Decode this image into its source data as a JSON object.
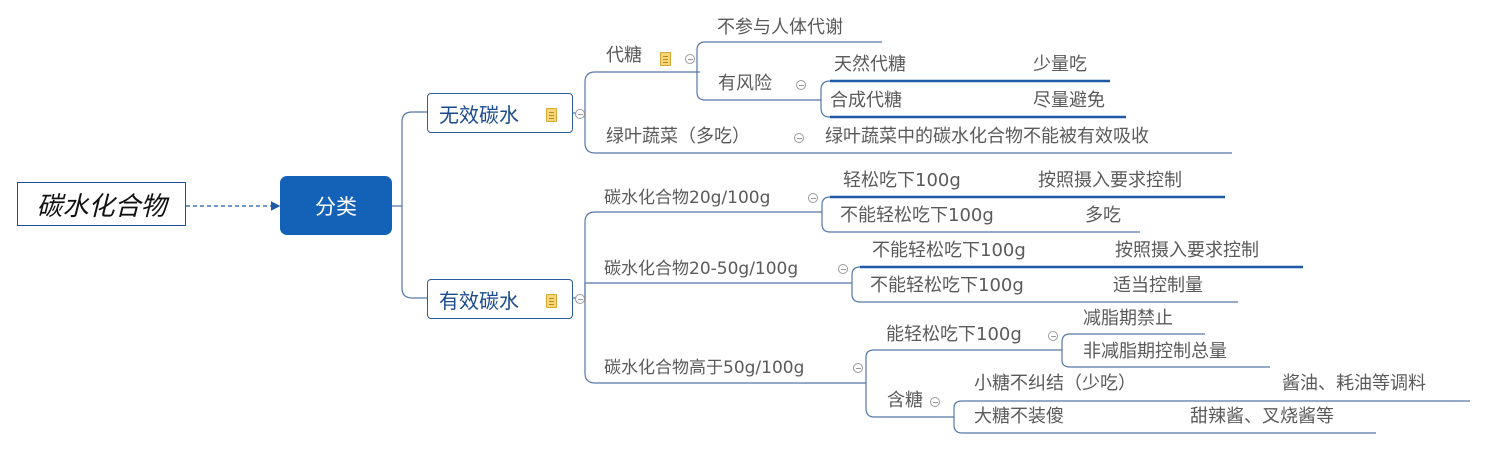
{
  "root": "碳水化合物",
  "center": "分类",
  "invalid": {
    "label": "无效碳水",
    "dai_tang": "代糖",
    "no_metabolism": "不参与人体代谢",
    "risk": "有风险",
    "natural": "天然代糖",
    "natural_advice": "少量吃",
    "synthetic": "合成代糖",
    "synthetic_advice": "尽量避免",
    "greens": "绿叶蔬菜（多吃）",
    "greens_note": "绿叶蔬菜中的碳水化合物不能被有效吸收"
  },
  "valid": {
    "label": "有效碳水",
    "g1": {
      "label": "碳水化合物20g/100g",
      "a": "轻松吃下100g",
      "a_advice": "按照摄入要求控制",
      "b": "不能轻松吃下100g",
      "b_advice": "多吃"
    },
    "g2": {
      "label": "碳水化合物20-50g/100g",
      "a": "不能轻松吃下100g",
      "a_advice": "按照摄入要求控制",
      "b": "不能轻松吃下100g",
      "b_advice": "适当控制量"
    },
    "g3": {
      "label": "碳水化合物高于50g/100g",
      "easy": "能轻松吃下100g",
      "cut": "减脂期禁止",
      "noncut": "非减脂期控制总量",
      "sugar": "含糖",
      "small": "小糖不纠结（少吃）",
      "small_ex": "酱油、耗油等调料",
      "big": "大糖不装傻",
      "big_ex": "甜辣酱、叉烧酱等"
    }
  },
  "colors": {
    "center": "#1462b8",
    "branch_text": "#1a4b8e",
    "accent_line": "#1f5aa6",
    "line": "#5577a8"
  },
  "icons": [
    "note-icon",
    "collapse-icon"
  ]
}
